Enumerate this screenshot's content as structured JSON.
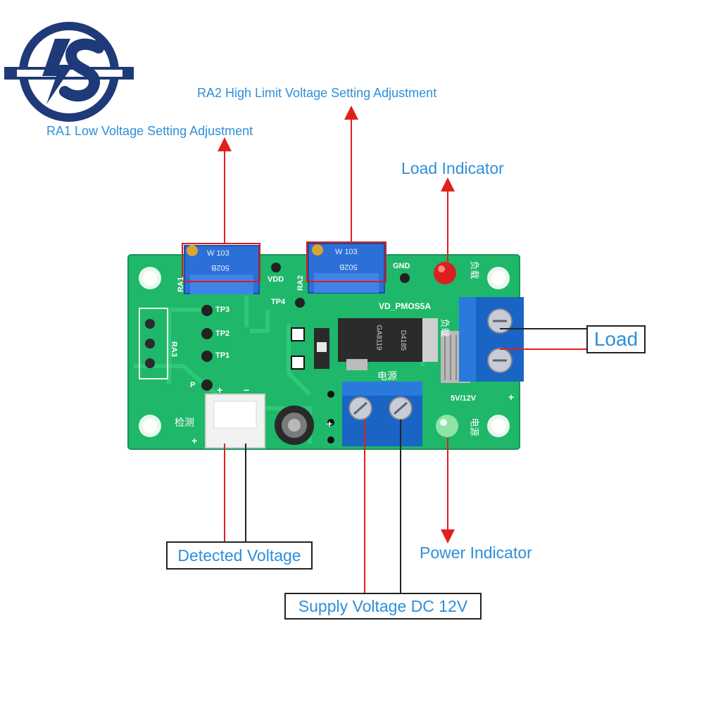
{
  "labels": {
    "ra2": "RA2 High Limit Voltage Setting Adjustment",
    "ra1": "RA1 Low Voltage Setting Adjustment",
    "load_indicator": "Load Indicator",
    "load": "Load",
    "power_indicator": "Power Indicator",
    "detected_voltage": "Detected Voltage",
    "supply_voltage": "Supply Voltage DC 12V"
  },
  "board_text": {
    "tp3": "TP3",
    "tp2": "TP2",
    "tp1": "TP1",
    "p": "P",
    "tp4": "TP4",
    "vdd": "VDD",
    "gnd": "GND",
    "ra1": "RA1",
    "ra2": "RA2",
    "ra3": "RA3",
    "model": "VD_PMOS5A",
    "load_cn": "负载",
    "load_cn2": "负载",
    "power_cn": "电源",
    "power_cn2": "电源",
    "detect_cn": "检测",
    "voltage": "5V/12V",
    "pot_code": "W 103",
    "pot_code2": "502B",
    "mosfet": "GA8119",
    "mosfet2": "D4185",
    "plus": "+",
    "minus": "−"
  },
  "colors": {
    "label_blue": "#2f8fd8",
    "pcb_green": "#1fb76a",
    "arrow_red": "#e0201c",
    "terminal_blue": "#1a64c4",
    "highlight_box": "#e01818",
    "logo_navy": "#1e3a78"
  },
  "icons": [
    "lightning-s-logo-icon"
  ]
}
